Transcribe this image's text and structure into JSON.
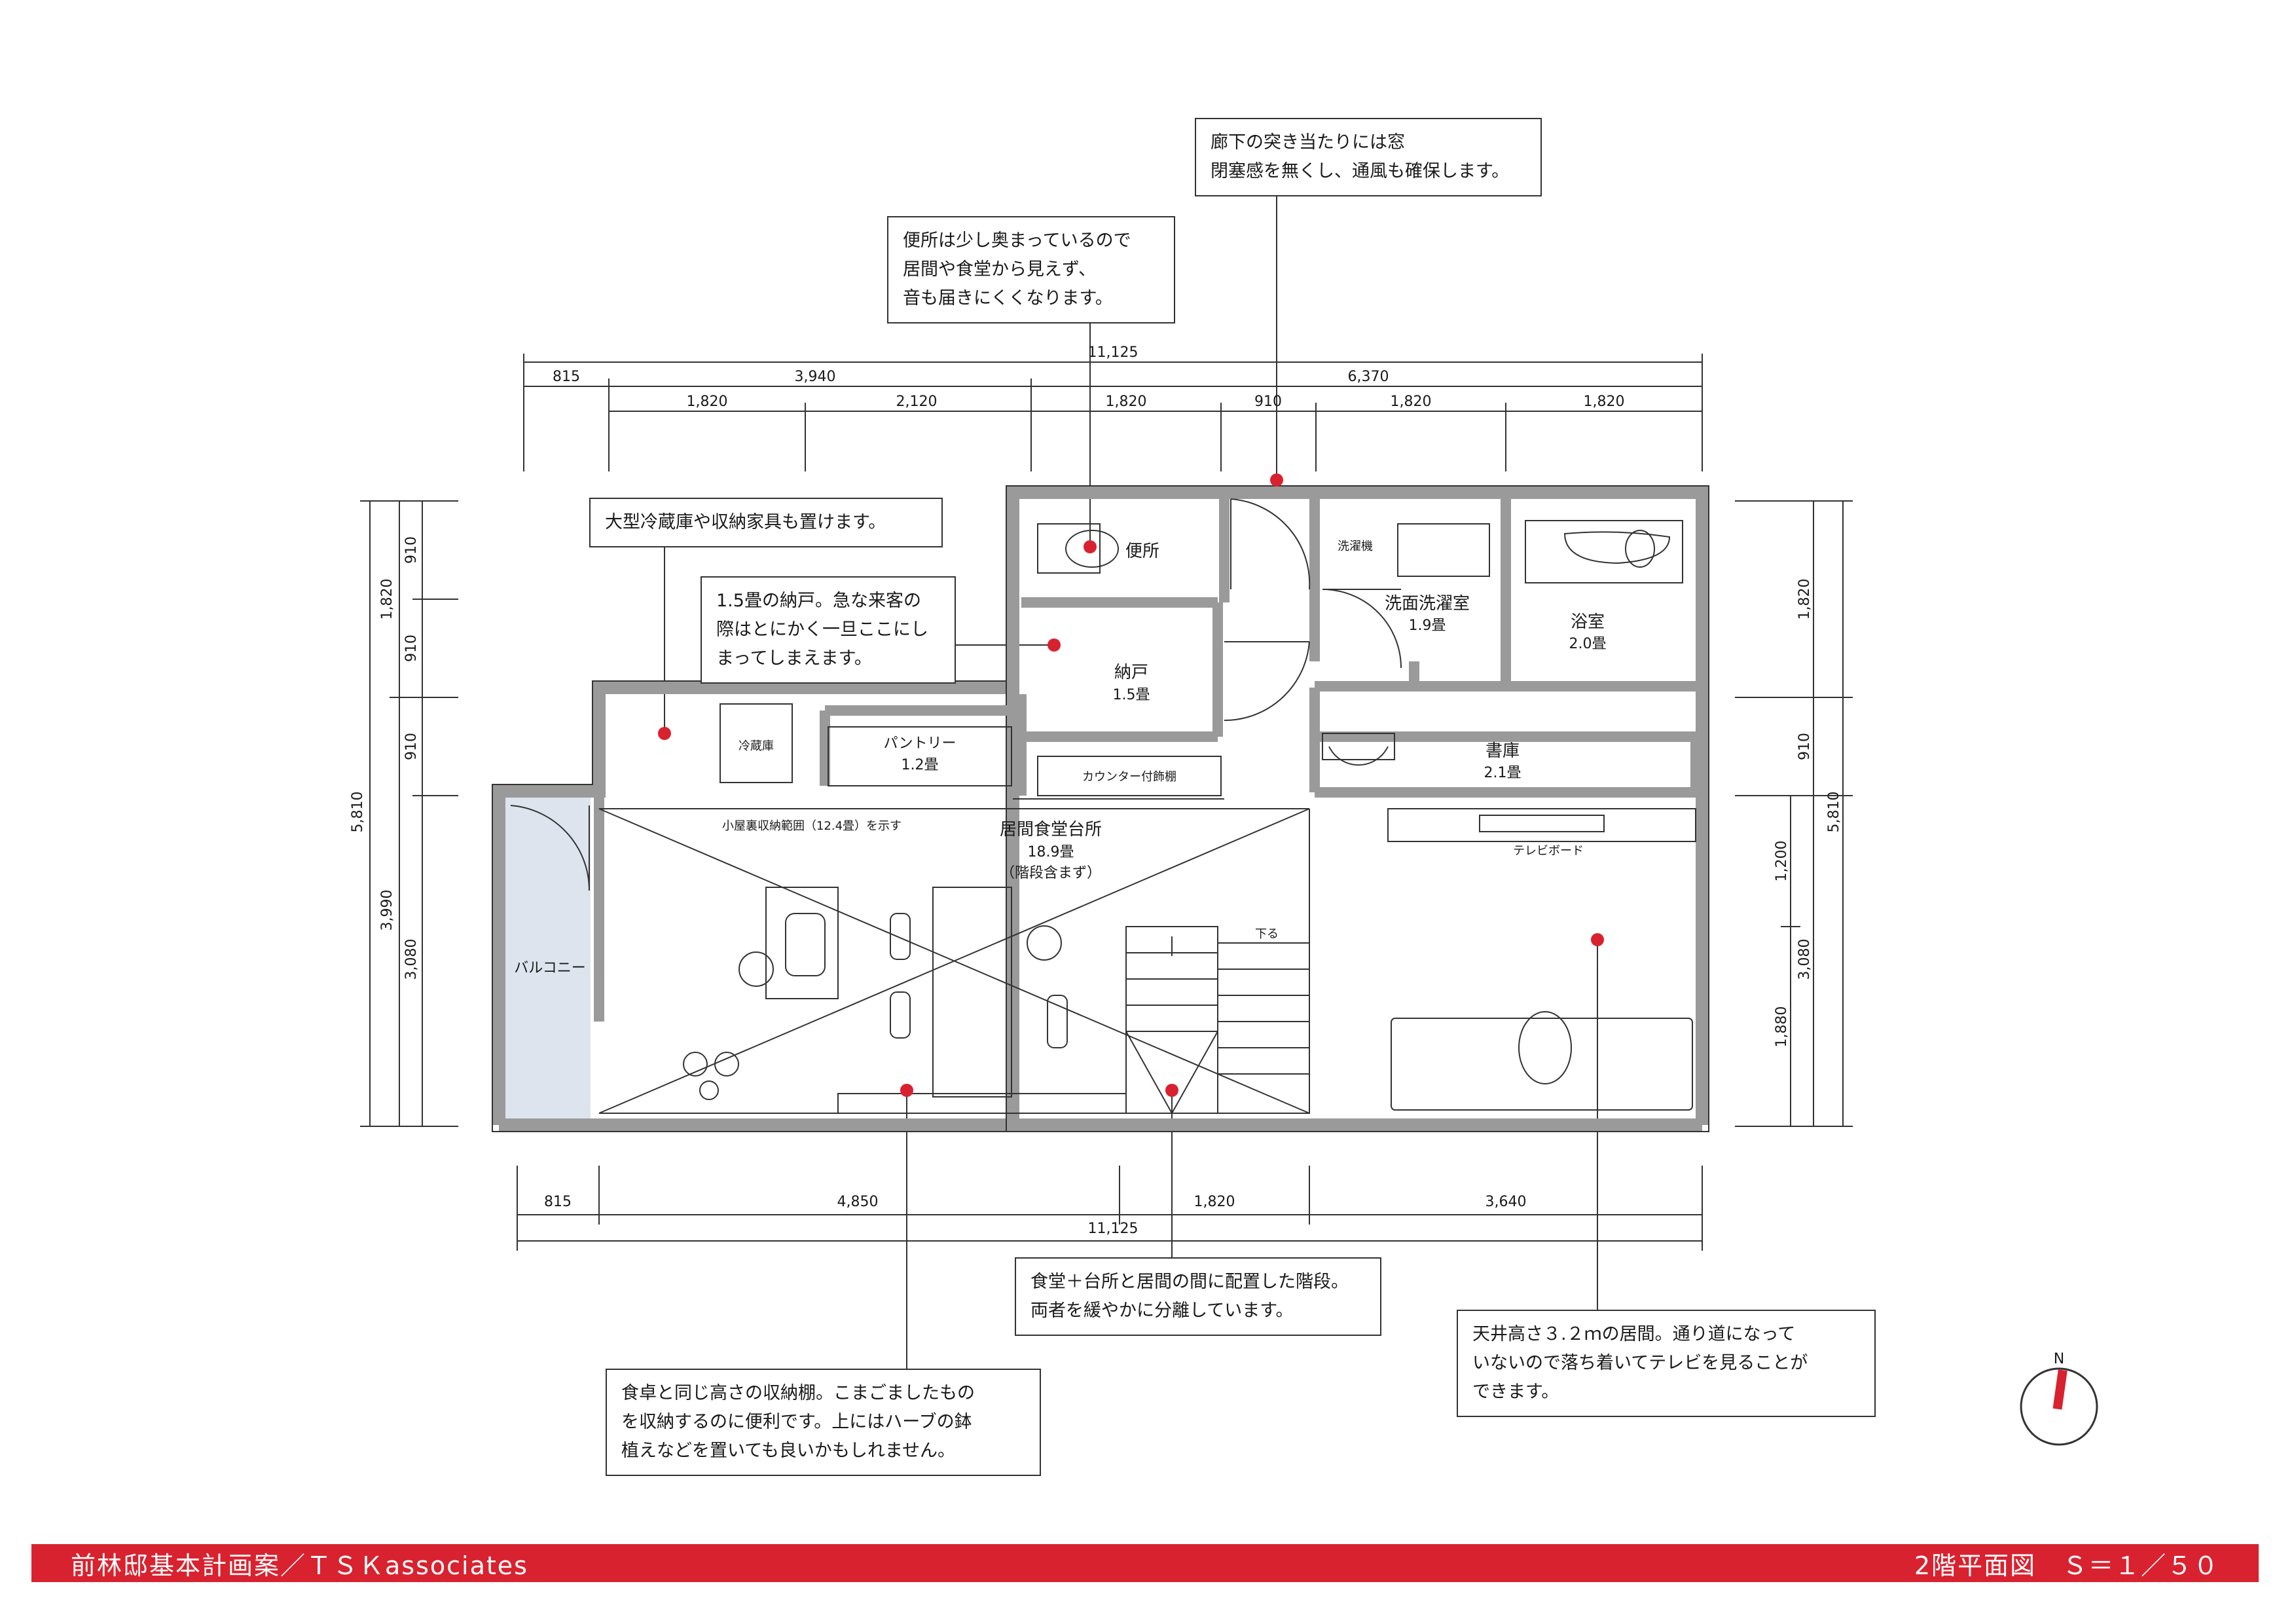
{
  "title_block": {
    "project": "前林邸基本計画案／ＴＳＫassociates",
    "drawing": "2階平面図　Ｓ＝１／５０"
  },
  "notes": {
    "corridor_window": [
      "廊下の突き当たりには窓",
      "閉塞感を無くし、通風も確保します。"
    ],
    "toilet": [
      "便所は少し奥まっているので",
      "居間や食堂から見えず、",
      "音も届きにくくなります。"
    ],
    "fridge": [
      "大型冷蔵庫や収納家具も置けます。"
    ],
    "closet": [
      "1.5畳の納戸。急な来客の",
      "際はとにかく一旦ここにし",
      "まってしまえます。"
    ],
    "stairs": [
      "食堂＋台所と居間の間に配置した階段。",
      "両者を緩やかに分離しています。"
    ],
    "shelf": [
      "食卓と同じ高さの収納棚。こまごましたもの",
      "を収納するのに便利です。上にはハーブの鉢",
      "植えなどを置いても良いかもしれません。"
    ],
    "living": [
      "天井高さ３.２ｍの居間。通り道になって",
      "いないので落ち着いてテレビを見ることが",
      "できます。"
    ]
  },
  "rooms": {
    "toilet": "便所",
    "closet_name": "納戸",
    "closet_size": "1.5畳",
    "washer": "洗濯機",
    "washroom_name": "洗面洗濯室",
    "washroom_size": "1.9畳",
    "bath_name": "浴室",
    "bath_size": "2.0畳",
    "fridge": "冷蔵庫",
    "pantry_name": "パントリー",
    "pantry_size": "1.2畳",
    "counter_shelf": "カウンター付飾棚",
    "study_name": "書庫",
    "study_size": "2.1畳",
    "ldk_name": "居間食堂台所",
    "ldk_size": "18.9畳",
    "ldk_note": "（階段含まず）",
    "attic": "小屋裏収納範囲（12.4畳）を示す",
    "tv_board": "テレビボード",
    "balcony": "バルコニー",
    "down": "下る"
  },
  "dimensions": {
    "top_total": "11,125",
    "top_mid": [
      "815",
      "3,940",
      "6,370"
    ],
    "top_detail": [
      "1,820",
      "2,120",
      "1,820",
      "910",
      "1,820",
      "1,820"
    ],
    "bottom_mid": [
      "815",
      "4,850",
      "1,820",
      "3,640"
    ],
    "bottom_total": "11,125",
    "left_total": "5,810",
    "left_mid": [
      "1,820",
      "3,990"
    ],
    "left_detail": [
      "910",
      "910",
      "910",
      "3,080"
    ],
    "right_total": "5,810",
    "right_mid": [
      "1,820",
      "910",
      "3,080"
    ],
    "right_detail": [
      "1,200",
      "1,880"
    ]
  },
  "compass": {
    "label": "N",
    "accent_color": "#d9222f"
  },
  "colors": {
    "wall": "#9a9a9a",
    "accent": "#d9222f",
    "balcony": "#dde4ee"
  }
}
